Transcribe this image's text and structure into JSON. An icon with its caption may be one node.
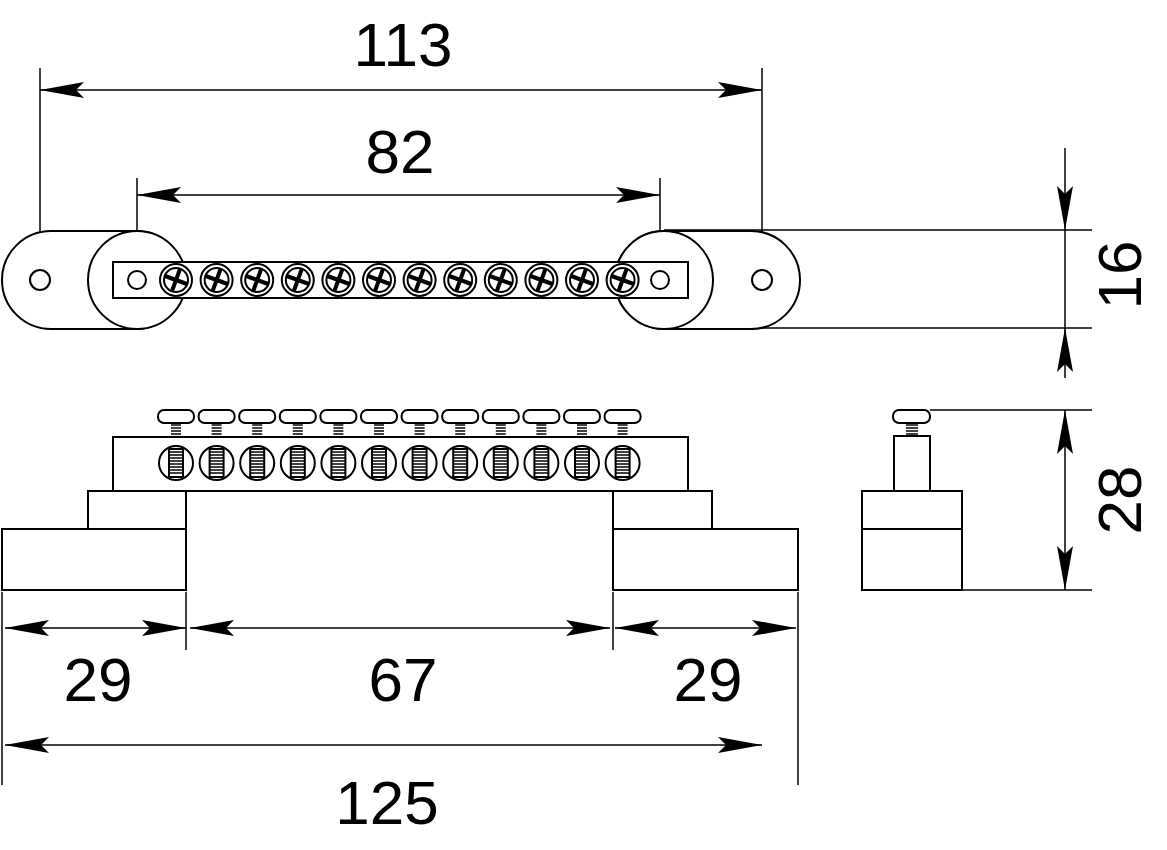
{
  "diagram": {
    "labels": [
      "113",
      "82",
      "16",
      "28",
      "29",
      "67",
      "29",
      "125"
    ]
  }
}
